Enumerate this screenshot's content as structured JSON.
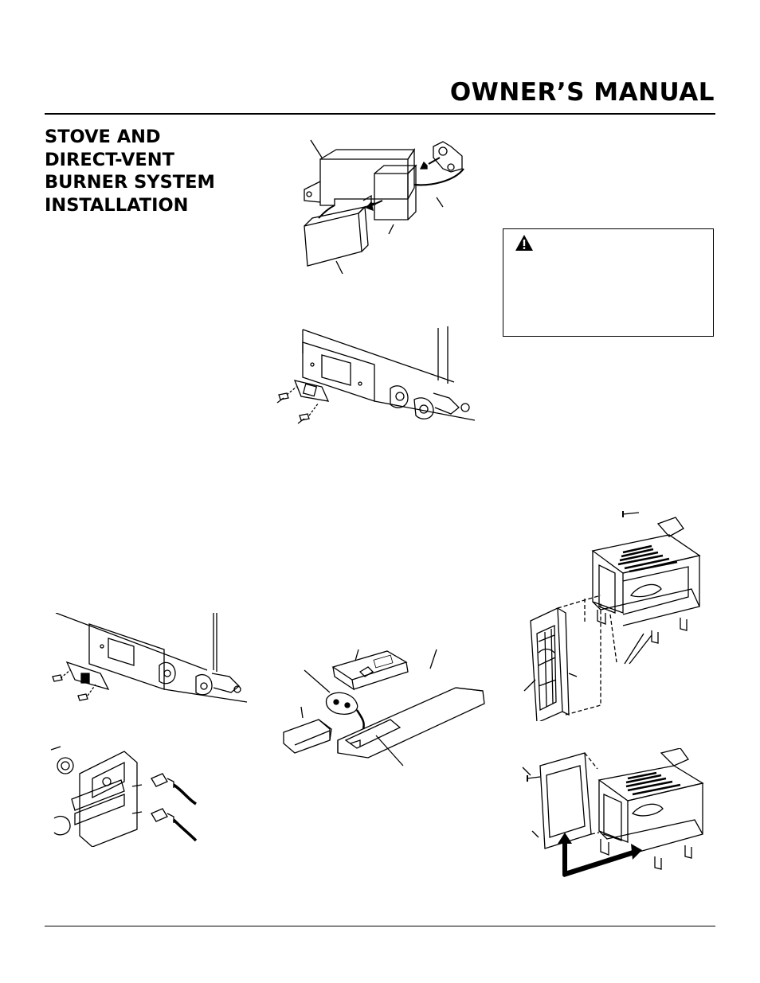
{
  "header": {
    "manual_title": "OWNER’S MANUAL"
  },
  "section": {
    "title_lines": [
      "STOVE AND",
      "DIRECT-VENT",
      "BURNER SYSTEM",
      "INSTALLATION"
    ]
  },
  "warning": {
    "icon": "warning-triangle-icon"
  },
  "figures": [
    "receiver-battery-figure",
    "remote-bracket-mounting-figure",
    "switch-plate-mounting-figure",
    "wire-terminal-connection-figure",
    "remote-transmitter-battery-figure",
    "stove-front-door-removal-figure",
    "stove-glass-panel-figure"
  ]
}
